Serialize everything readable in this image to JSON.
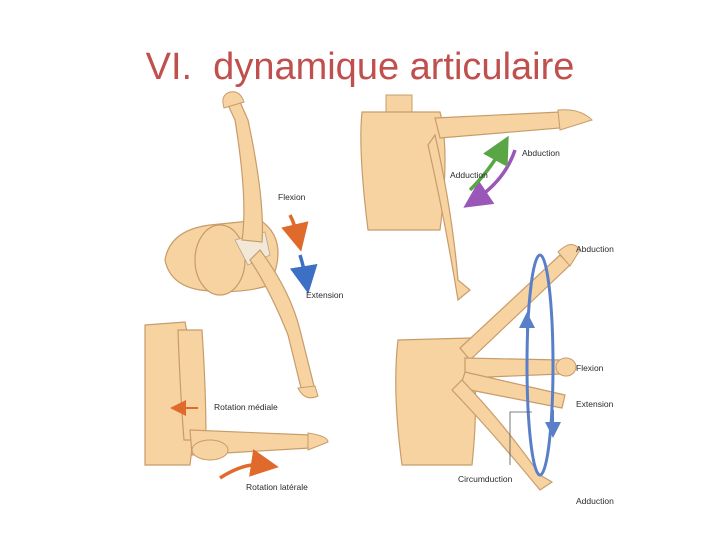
{
  "slide": {
    "title": "VI.  dynamique articulaire"
  },
  "diagram": {
    "labels": {
      "flexion": "Flexion",
      "extension": "Extension",
      "abduction_top": "Abduction",
      "adduction_top": "Adduction",
      "rotation_mediale": "Rotation médiale",
      "rotation_laterale": "Rotation latérale",
      "abduction_circ": "Abduction",
      "flexion_circ": "Flexion",
      "extension_circ": "Extension",
      "circumduction": "Circumduction",
      "adduction_circ": "Adduction"
    },
    "colors": {
      "skin": "#f6d3a0",
      "skin_outline": "#c89c6a",
      "arrow_orange": "#e06a2c",
      "arrow_blue": "#3d6fc4",
      "arrow_green": "#5aa646",
      "arrow_purple": "#9a56b8",
      "circumduction_ring": "#5a7fc9",
      "title": "#c0504d"
    }
  }
}
